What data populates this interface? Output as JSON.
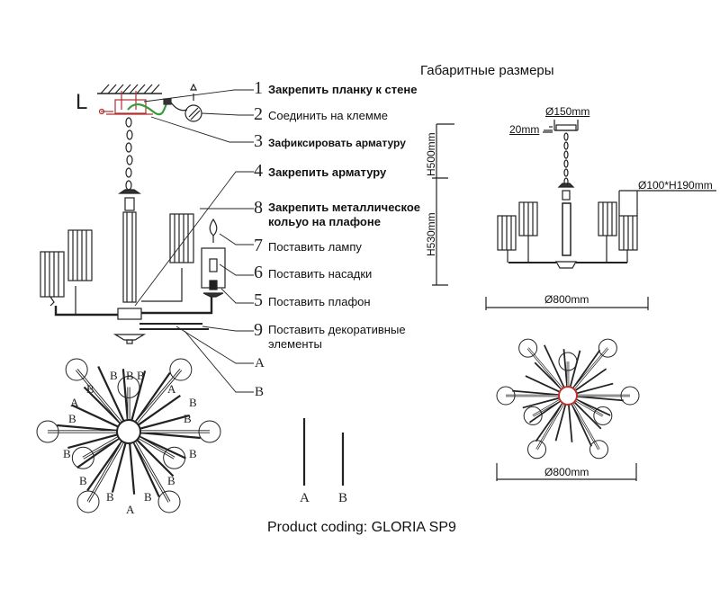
{
  "diagram": {
    "title": "Габаритные размеры",
    "product_coding": "Product coding: GLORIA SP9",
    "mount_letter": "L",
    "steps": [
      {
        "num": "1",
        "text": "Закрепить планку к стене"
      },
      {
        "num": "2",
        "text": "Соединить на клемме"
      },
      {
        "num": "3",
        "text": "Зафиксировать арматуру"
      },
      {
        "num": "4",
        "text": "Закрепить арматуру"
      },
      {
        "num": "8",
        "text": "Закрепить металлическое",
        "text2": "кольуо на плафоне"
      },
      {
        "num": "7",
        "text": "Поставить лампу"
      },
      {
        "num": "6",
        "text": "Поставить насадки"
      },
      {
        "num": "5",
        "text": "Поставить плафон"
      },
      {
        "num": "9",
        "text": "Поставить декоративные",
        "text2": "элементы"
      }
    ],
    "callout_letters": {
      "a": "A",
      "b": "B"
    },
    "dimensions": {
      "canopy_diameter": "Ø150mm",
      "canopy_height": "20mm",
      "chain_height": "H500mm",
      "body_height": "H530mm",
      "shade_size": "Ø100*H190mm",
      "overall_diameter": "Ø800mm",
      "top_view_diameter": "Ø800mm"
    },
    "rod_legend": [
      {
        "label": "A"
      },
      {
        "label": "B"
      }
    ],
    "top_view_labels": [
      "B",
      "B",
      "B",
      "A",
      "B",
      "B",
      "B",
      "B",
      "A",
      "B",
      "B",
      "B",
      "B",
      "B",
      "A",
      "B",
      "B"
    ]
  }
}
